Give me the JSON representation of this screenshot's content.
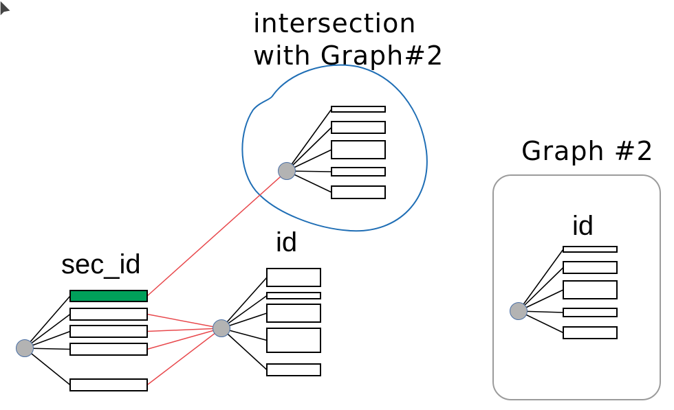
{
  "cursor": {
    "icon": "arrow-cursor-icon"
  },
  "labels": {
    "intersection_line1": "intersection",
    "intersection_line2": "with Graph#2",
    "graph2_title": "Graph #2",
    "sec_id": "sec_id",
    "id_middle": "id",
    "id_graph2": "id"
  },
  "colors": {
    "node_fill": "#b3b3b3",
    "node_stroke": "#4a6fa5",
    "highlight_bar": "#00a05a",
    "link_red": "#e8484c",
    "intersection_outline": "#1f6eb5",
    "graph2_border": "#9b9b9b"
  },
  "groups": [
    {
      "name": "sec-id-group",
      "bars": [
        {
          "highlighted": true,
          "linked_to": "intersection-node"
        },
        {
          "highlighted": false,
          "linked_to": "id-node"
        },
        {
          "highlighted": false,
          "linked_to": "id-node"
        },
        {
          "highlighted": false,
          "linked_to": "id-node"
        },
        {
          "highlighted": false,
          "linked_to": "id-node"
        }
      ]
    },
    {
      "name": "id-group",
      "bar_count": 5
    },
    {
      "name": "intersection-group",
      "bar_count": 5
    },
    {
      "name": "graph2-id-group",
      "bar_count": 5
    }
  ]
}
